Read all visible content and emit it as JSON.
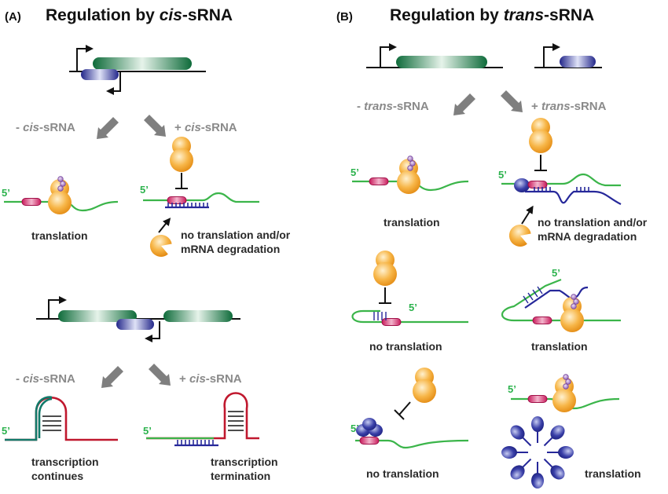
{
  "panel_a": {
    "label": "(A)",
    "title_prefix": "Regulation by ",
    "title_em": "cis",
    "title_suffix": "-sRNA",
    "cond_minus_1": "- ",
    "cond_minus_1_em": "cis",
    "cond_minus_1_suffix": "-sRNA",
    "cond_plus_1": "+ ",
    "cond_plus_1_em": "cis",
    "cond_plus_1_suffix": "-sRNA",
    "five_prime": "5’",
    "caption_translation": "translation",
    "caption_block_1": "no translation and/or",
    "caption_block_2": "mRNA degradation",
    "cond_minus_2": "- ",
    "cond_minus_2_em": "cis",
    "cond_minus_2_suffix": "-sRNA",
    "cond_plus_2": "+ ",
    "cond_plus_2_em": "cis",
    "cond_plus_2_suffix": "-sRNA",
    "caption_cont_1": "transcription",
    "caption_cont_2": "continues",
    "caption_term_1": "transcription",
    "caption_term_2": "termination"
  },
  "panel_b": {
    "label": "(B)",
    "title_prefix": "Regulation by ",
    "title_em": "trans",
    "title_suffix": "-sRNA",
    "cond_minus": "- ",
    "cond_minus_em": "trans",
    "cond_minus_suffix": "-sRNA",
    "cond_plus": "+ ",
    "cond_plus_em": "trans",
    "cond_plus_suffix": "-sRNA",
    "five_prime": "5’",
    "caption_translation": "translation",
    "caption_block_1": "no translation and/or",
    "caption_block_2": "mRNA degradation",
    "caption_no_translation_1": "no translation",
    "caption_translation_2": "translation",
    "caption_no_translation_2": "no translation",
    "caption_translation_3": "translation"
  },
  "colors": {
    "gene": "#0e6b3a",
    "srna_gene": "#2a2f8f",
    "mrna": "#3bb54a",
    "srna": "#26289a",
    "rbs": "#c8185a",
    "ribosome": "#f4a020",
    "terminator": "#c0182e",
    "arrow": "#7f7f7f"
  }
}
